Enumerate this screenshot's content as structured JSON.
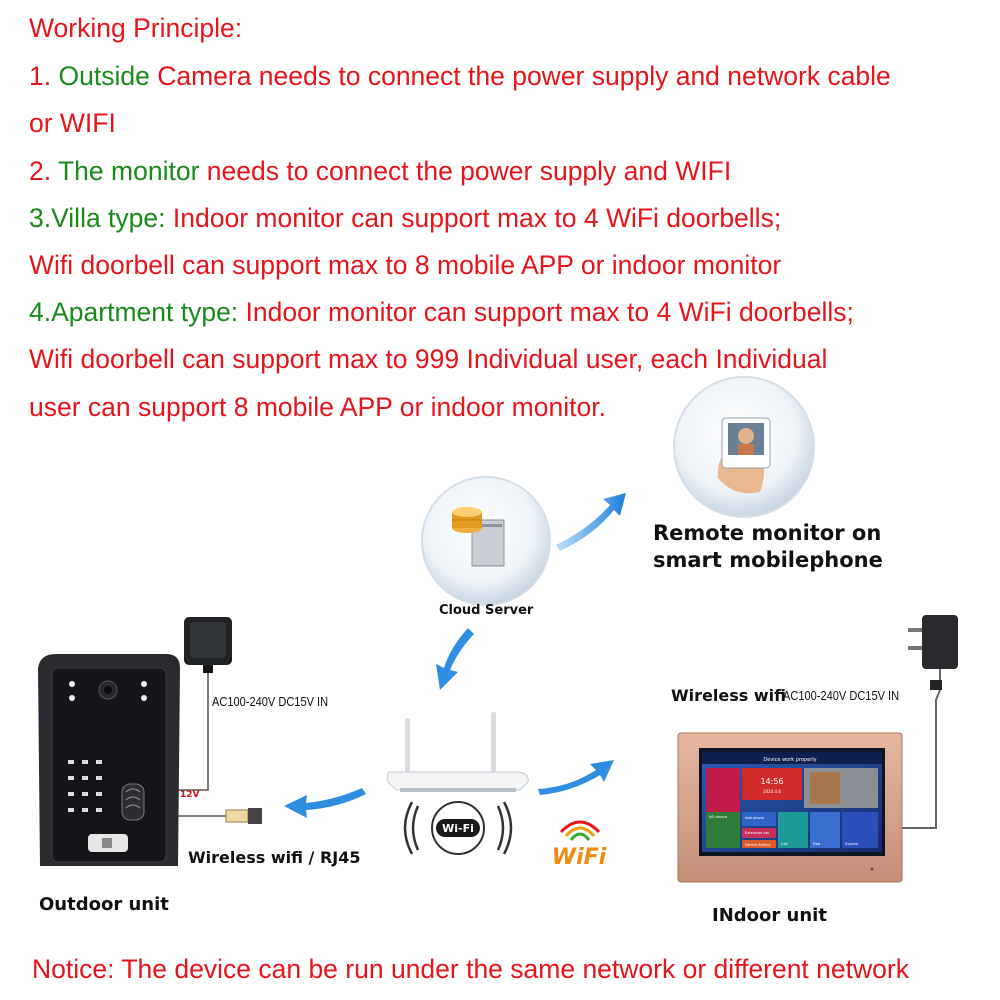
{
  "colors": {
    "red": "#e8141b",
    "green": "#1a8a1a",
    "arrow": "#2f8ee0"
  },
  "principle": {
    "title": "Working Principle:",
    "l1_num": "1.",
    "l1_green": "Outside",
    "l1_rest": "Camera needs to connect the power supply and network cable",
    "l1b": "or WIFI",
    "l2_num": "2.",
    "l2_green": "The monitor",
    "l2_rest": "needs to connect the power supply and WIFI",
    "l3_green": "3.Villa type:",
    "l3_rest": "Indoor monitor can support max to 4 WiFi doorbells;",
    "l3b": "Wifi doorbell can support max to 8 mobile APP or indoor monitor",
    "l4_green": "4.Apartment type:",
    "l4_rest": "Indoor monitor can support max to 4 WiFi doorbells;",
    "l4b": "Wifi doorbell can support max to 999 Individual user, each Individual",
    "l4c": "user can support 8 mobile APP or indoor monitor."
  },
  "diagram": {
    "remote_l1": "Remote monitor on",
    "remote_l2": "smart mobilephone",
    "cloud_server": "Cloud Server",
    "outdoor_power": "AC100-240V DC15V  IN",
    "voltage_12v": "12V",
    "outdoor_conn": "Wireless wifi / RJ45",
    "outdoor_unit": "Outdoor unit",
    "indoor_wifi": "Wireless wifi",
    "indoor_power": "AC100-240V DC15V  IN",
    "indoor_unit": "INdoor unit",
    "wifi_badge": "Wi-Fi",
    "wifi_logo": "WiFi",
    "monitor_ui": {
      "status": "Device work properly",
      "time": "14:56",
      "date": "2020.4.6",
      "tile1": "NO device",
      "tile2": "Add phone",
      "tile3": "Extension call",
      "tile4": "Device Setting",
      "tile5": "Call",
      "tile6": "Pwd",
      "tile7": "System"
    }
  },
  "notice": "Notice: The device can be run under the same network or different network"
}
